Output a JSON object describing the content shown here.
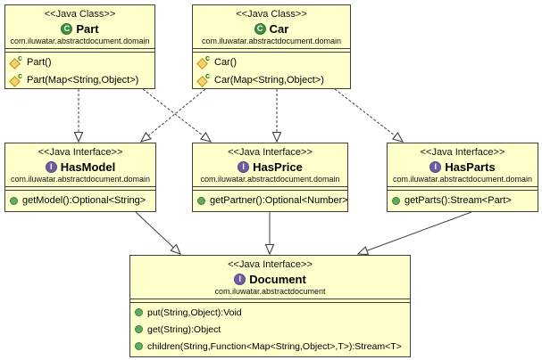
{
  "icons": {
    "class_letter": "C",
    "interface_letter": "I",
    "constructor_letter": "c"
  },
  "colors": {
    "box_fill": "#FFFFCC",
    "box_border": "#3F3F3F",
    "class_icon_green": "#3A9141",
    "interface_icon_purple": "#6E5CA6",
    "method_icon_green": "#5FAE5F",
    "constructor_icon_gold": "#F6D36F",
    "arrowhead_fill": "#FFFFFF"
  },
  "boxes": [
    {
      "id": "part",
      "stereotype": "<<Java Class>>",
      "name": "Part",
      "package": "com.iluwatar.abstractdocument.domain",
      "members": [
        {
          "kind": "constructor",
          "label": "Part()"
        },
        {
          "kind": "constructor",
          "label": "Part(Map<String,Object>)"
        }
      ]
    },
    {
      "id": "car",
      "stereotype": "<<Java Class>>",
      "name": "Car",
      "package": "com.iluwatar.abstractdocument.domain",
      "members": [
        {
          "kind": "constructor",
          "label": "Car()"
        },
        {
          "kind": "constructor",
          "label": "Car(Map<String,Object>)"
        }
      ]
    },
    {
      "id": "hasmodel",
      "stereotype": "<<Java Interface>>",
      "name": "HasModel",
      "package": "com.iluwatar.abstractdocument.domain",
      "members": [
        {
          "kind": "method",
          "label": "getModel():Optional<String>"
        }
      ]
    },
    {
      "id": "hasprice",
      "stereotype": "<<Java Interface>>",
      "name": "HasPrice",
      "package": "com.iluwatar.abstractdocument.domain",
      "members": [
        {
          "kind": "method",
          "label": "getPartner():Optional<Number>"
        }
      ]
    },
    {
      "id": "hasparts",
      "stereotype": "<<Java Interface>>",
      "name": "HasParts",
      "package": "com.iluwatar.abstractdocument.domain",
      "members": [
        {
          "kind": "method",
          "label": "getParts():Stream<Part>"
        }
      ]
    },
    {
      "id": "document",
      "stereotype": "<<Java Interface>>",
      "name": "Document",
      "package": "com.iluwatar.abstractdocument",
      "members": [
        {
          "kind": "method",
          "label": "put(String,Object):Void"
        },
        {
          "kind": "method",
          "label": "get(String):Object"
        },
        {
          "kind": "method",
          "label": "children(String,Function<Map<String,Object>,T>):Stream<T>"
        }
      ]
    }
  ],
  "relations": [
    {
      "from": "Part",
      "to": "HasModel",
      "type": "realization-dashed"
    },
    {
      "from": "Part",
      "to": "HasPrice",
      "type": "realization-dashed"
    },
    {
      "from": "Car",
      "to": "HasModel",
      "type": "realization-dashed"
    },
    {
      "from": "Car",
      "to": "HasPrice",
      "type": "realization-dashed"
    },
    {
      "from": "Car",
      "to": "HasParts",
      "type": "realization-dashed"
    },
    {
      "from": "HasModel",
      "to": "Document",
      "type": "generalization-solid"
    },
    {
      "from": "HasPrice",
      "to": "Document",
      "type": "generalization-solid"
    },
    {
      "from": "HasParts",
      "to": "Document",
      "type": "generalization-solid"
    }
  ]
}
